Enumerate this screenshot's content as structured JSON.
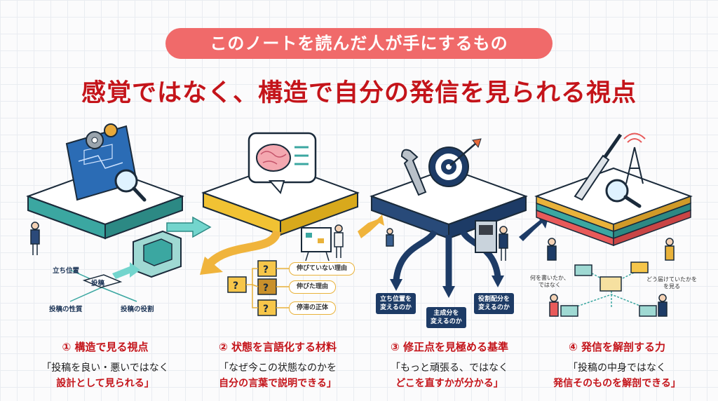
{
  "header": {
    "pill": "このノートを読んだ人が手にするもの",
    "title": "感覚ではなく、構造で自分の発信を見られる視点"
  },
  "colors": {
    "accent_red": "#c4141a",
    "pill_red": "#f06a6a",
    "teal": "#3ba7a1",
    "yellow": "#e9b23a",
    "navy": "#1d3b66"
  },
  "panel1": {
    "labels": {
      "center": "投稿",
      "position": "立ち位置",
      "nature": "投稿の性質",
      "role": "投稿の役割"
    },
    "caption_title": "① 構造で見る視点",
    "caption_line1": "「投稿を良い・悪いではなく",
    "caption_line2": "設計として見られる」"
  },
  "panel2": {
    "tags": [
      "伸びていない理由",
      "伸びた理由",
      "停滞の正体"
    ],
    "caption_title": "② 状態を言語化する材料",
    "caption_line1": "「なぜ今この状態なのかを",
    "caption_line2": "自分の言葉で説明できる」"
  },
  "panel3": {
    "tags": [
      "立ち位置を\n変えるのか",
      "主成分を\n変えるのか",
      "役割配分を\n変えるのか"
    ],
    "caption_title": "③ 修正点を見極める基準",
    "caption_line1": "「もっと頑張る、ではなく",
    "caption_line2": "どこを直すかが分かる」"
  },
  "panel4": {
    "notes": [
      "何を書いたか、\nではなく",
      "どう届けていたかを\nを見る"
    ],
    "caption_title": "④ 発信を解剖する力",
    "caption_line1": "「投稿の中身ではなく",
    "caption_line2": "発信そのものを解剖できる」"
  }
}
